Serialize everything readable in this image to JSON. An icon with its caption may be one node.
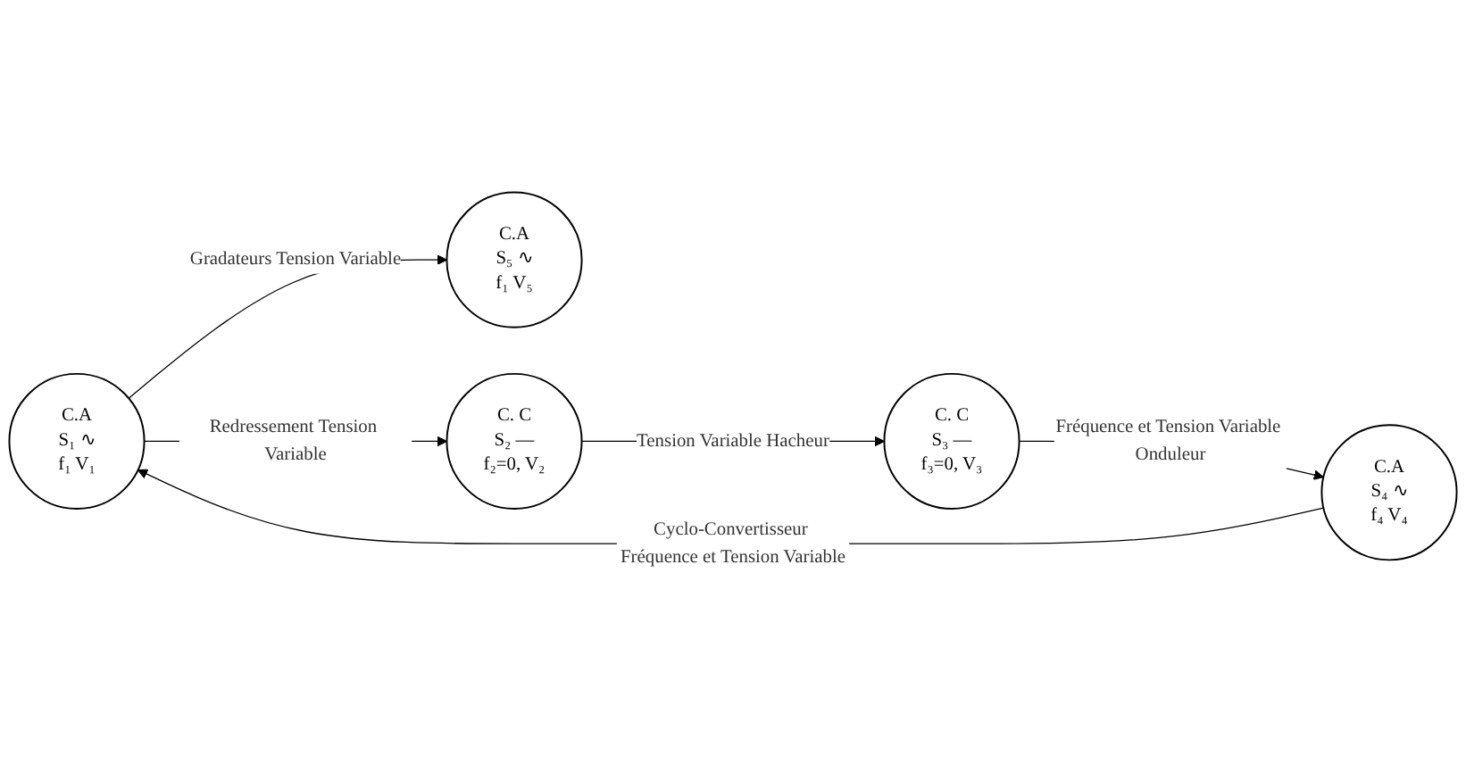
{
  "diagram": {
    "nodes": [
      {
        "text": [
          "C.A",
          "S₅ ∿",
          "f₁ V₅"
        ]
      },
      {
        "text": [
          "C.A",
          "S₁ ∿",
          "f₁ V₁"
        ]
      },
      {
        "text": [
          "C. C",
          "S₂ —",
          "f₂=0, V₂"
        ]
      },
      {
        "text": [
          "C.A",
          "S₄ ∿",
          "f₄ V₄"
        ]
      },
      {
        "text": [
          "C. C",
          "S₃ —",
          "f₃=0, V₃"
        ]
      }
    ],
    "edges": [
      {
        "from": 1,
        "to": 0,
        "arrow": "to",
        "label": "Gradateurs Tension Variable"
      },
      {
        "from": 1,
        "to": 2,
        "arrow": "to",
        "label": "Redressement Tension Variable"
      },
      {
        "from": 2,
        "to": 4,
        "arrow": "to",
        "label": "Tension Variable Hacheur"
      },
      {
        "from": 4,
        "to": 3,
        "arrow": "to",
        "label": "Fréquence et Tension Variable Onduleur"
      },
      {
        "from": 3,
        "to": 1,
        "arrow": "to",
        "label": "Cyclo-Convertisseur Fréquence et Tension Variable"
      }
    ]
  }
}
